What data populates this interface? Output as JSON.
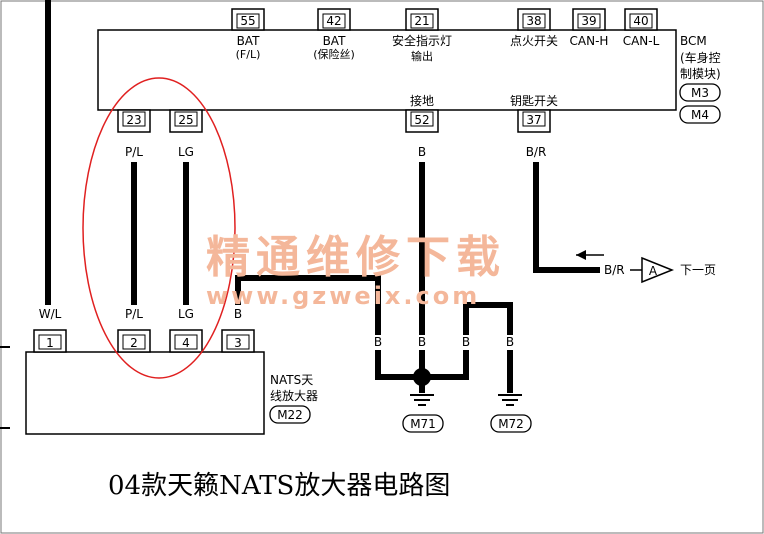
{
  "bcm": {
    "name": "BCM",
    "desc_line1": "(车身控",
    "desc_line2": "制模块)",
    "conn_a": "M3",
    "conn_b": "M4",
    "top_pins": [
      {
        "pin": "55",
        "label1": "BAT",
        "label2": "(F/L)"
      },
      {
        "pin": "42",
        "label1": "BAT",
        "label2": "(保险丝)"
      },
      {
        "pin": "21",
        "label1": "安全指示灯",
        "label2": "输出"
      },
      {
        "pin": "38",
        "label1": "点火开关",
        "label2": ""
      },
      {
        "pin": "39",
        "label1": "CAN-H",
        "label2": ""
      },
      {
        "pin": "40",
        "label1": "CAN-L",
        "label2": ""
      }
    ],
    "bottom_pins": [
      {
        "pin": "23",
        "label": ""
      },
      {
        "pin": "25",
        "label": ""
      },
      {
        "pin": "52",
        "label": "接地"
      },
      {
        "pin": "37",
        "label": "钥匙开关"
      }
    ]
  },
  "wires": {
    "p23_color": "P/L",
    "p25_color": "LG",
    "p52_color": "B",
    "p37_color": "B/R",
    "to_a_color": "B/R"
  },
  "connector_a": "A",
  "next_page": "下一页",
  "nats": {
    "name_line1": "NATS天",
    "name_line2": "线放大器",
    "connector": "M22",
    "pins": [
      {
        "pin": "1",
        "wire": "W/L"
      },
      {
        "pin": "2",
        "wire": "P/L"
      },
      {
        "pin": "4",
        "wire": "LG"
      },
      {
        "pin": "3",
        "wire": "B"
      }
    ]
  },
  "ground_wires": [
    "B",
    "B",
    "B",
    "B"
  ],
  "grounds": [
    "M71",
    "M72"
  ],
  "watermark": {
    "text": "精通维修下载",
    "url": "www.gzweix.com"
  },
  "caption": "04款天籁NATS放大器电路图",
  "highlight_color": "#e02020",
  "watermark_color": "#f4b79a"
}
